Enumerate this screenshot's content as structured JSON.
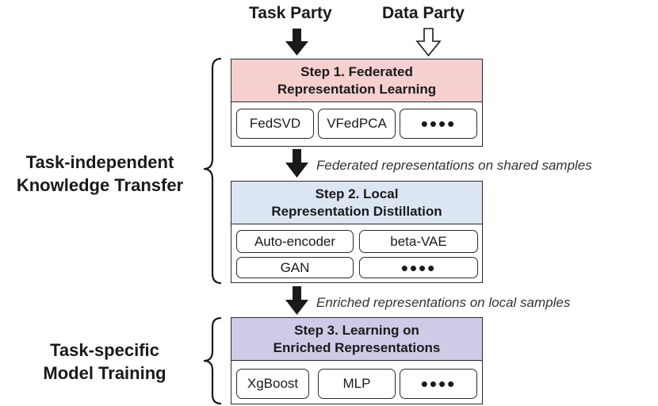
{
  "parties": {
    "task": "Task Party",
    "data": "Data Party"
  },
  "phases": {
    "transfer": [
      "Task-independent",
      "Knowledge Transfer"
    ],
    "training": [
      "Task-specific",
      "Model Training"
    ]
  },
  "steps": [
    {
      "title_lines": [
        "Step 1. Federated",
        "Representation Learning"
      ],
      "color": "#f6cfcf",
      "methods": [
        "FedSVD",
        "VFedPCA",
        "••••"
      ]
    },
    {
      "title_lines": [
        "Step 2. Local",
        "Representation Distillation"
      ],
      "color": "#dce6f3",
      "methods": [
        "Auto-encoder",
        "beta-VAE",
        "GAN",
        "••••"
      ]
    },
    {
      "title_lines": [
        "Step 3. Learning on",
        "Enriched Representations"
      ],
      "color": "#cfcbe6",
      "methods": [
        "XgBoost",
        "MLP",
        "••••"
      ]
    }
  ],
  "transitions": [
    "Federated representations on shared samples",
    "Enriched representations on local samples"
  ]
}
